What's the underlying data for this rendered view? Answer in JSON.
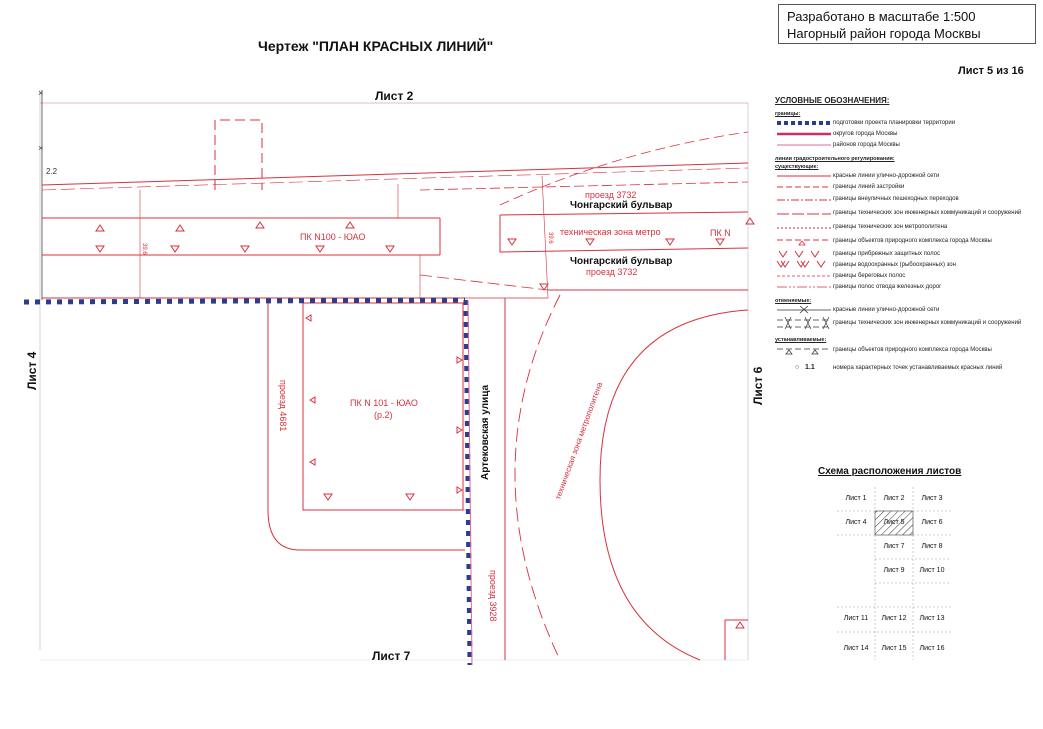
{
  "header": {
    "stamp_line1": "Разработано в масштабе 1:500",
    "stamp_line2": "Нагорный район города Москвы",
    "title": "Чертеж \"ПЛАН КРАСНЫХ ЛИНИЙ\"",
    "sheet_number": "Лист 5 из 16"
  },
  "map": {
    "neighbors": {
      "top": "Лист 2",
      "left": "Лист 4",
      "right": "Лист 6",
      "bottom": "Лист 7"
    },
    "labels": {
      "chongarsky_top": "Чонгарский бульвар",
      "chongarsky_bottom": "Чонгарский бульвар",
      "proezd_top": "проезд 3732",
      "proezd_bottom": "проезд 3732",
      "tech_zone": "техническая зона метро",
      "pk100": "ПК N100 - ЮАО",
      "pk_n": "ПК N",
      "pk101": "ПК N 101 - ЮАО",
      "pk101_sub": "(р.2)",
      "proezd_4681": "проезд 4681",
      "artekovskaya": "Артековская улица",
      "proezd_3928": "проезд 3928",
      "metro_vert": "техническая зона метрополитена",
      "dim_22": "2.2"
    },
    "colors": {
      "red_line": "#d9303c",
      "district_blue": "#2b3d8f",
      "pink": "#e06a9a"
    }
  },
  "legend": {
    "title": "УСЛОВНЫЕ ОБОЗНАЧЕНИЯ:",
    "section_bounds": "границы:",
    "bounds_items": [
      "подготовки проекта планировки территории",
      "округов города Москвы",
      "районов города Москвы"
    ],
    "section_lines": "линии градостроительного регулирования:",
    "section_existing": "существующие:",
    "existing_items": [
      "красные линии улично-дорожной сети",
      "границы линий застройки",
      "границы внеуличных пешеходных переходов",
      "границы технических зон инженерных коммуникаций и сооружений",
      "границы технических зон метрополитена",
      "границы объектов природного комплекса города Москвы",
      "границы прибрежных защитных полос",
      "границы водоохранных (рыбоохранных) зон",
      "границы береговых полос",
      "границы полос отвода железных дорог"
    ],
    "section_cancelled": "отменяемые:",
    "cancelled_items": [
      "красные линии улично-дорожной сети",
      "границы технических зон инженерных коммуникаций и сооружений"
    ],
    "section_established": "устанавливаемые:",
    "established_items": [
      "границы объектов природного комплекса города Москвы"
    ],
    "point_symbol": "1.1",
    "point_text": "номера характерных точек устанавливаемых красных линий"
  },
  "scheme": {
    "title": "Схема расположения листов",
    "cells": [
      "Лист 1",
      "Лист 2",
      "Лист 3",
      "Лист 4",
      "Лист 5",
      "Лист 6",
      "Лист 7",
      "Лист 8",
      "Лист 9",
      "Лист 10",
      "Лист 11",
      "Лист 12",
      "Лист 13",
      "Лист 14",
      "Лист 15",
      "Лист 16"
    ]
  }
}
